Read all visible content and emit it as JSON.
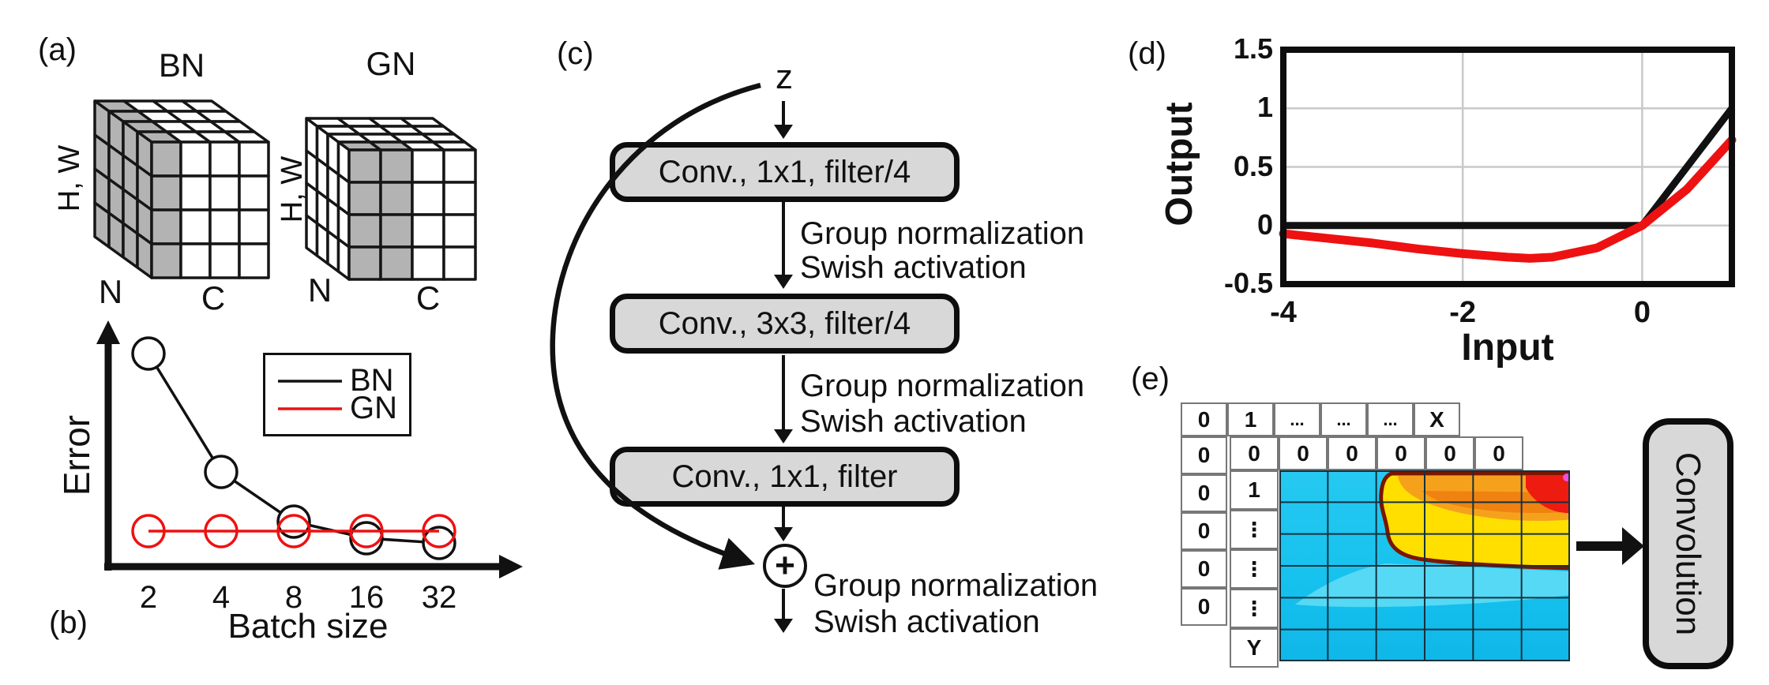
{
  "figure": {
    "panel_labels": {
      "a": "(a)",
      "b": "(b)",
      "c": "(c)",
      "d": "(d)",
      "e": "(e)"
    }
  },
  "panel_a": {
    "grid": 4,
    "shade_color": "#b3b3b3",
    "cubes": [
      {
        "title": "BN",
        "axis_vertical": "H, W",
        "axis_depth": "N",
        "axis_horizontal": "C",
        "shaded": {
          "side": "all",
          "front_cols": [
            0
          ],
          "top_cells": [
            [
              0,
              0
            ],
            [
              0,
              1
            ],
            [
              0,
              2
            ],
            [
              0,
              3
            ]
          ]
        }
      },
      {
        "title": "GN",
        "axis_vertical": "H, W",
        "axis_depth": "N",
        "axis_horizontal": "C",
        "shaded": {
          "side": "none",
          "front_cols": [
            0,
            1
          ],
          "top_cells": [
            [
              0,
              0
            ],
            [
              1,
              0
            ]
          ]
        }
      }
    ]
  },
  "panel_c": {
    "input_label": "z",
    "boxes": [
      "Conv., 1x1, filter/4",
      "Conv., 3x3, filter/4",
      "Conv., 1x1, filter"
    ],
    "edge_labels": [
      [
        "Group normalization",
        "Swish activation"
      ],
      [
        "Group normalization",
        "Swish activation"
      ],
      [
        "Group normalization",
        "Swish activation"
      ]
    ],
    "sum_symbol": "+"
  },
  "panel_e": {
    "back_table": {
      "top_row": [
        "0",
        "1",
        "...",
        "...",
        "...",
        "X"
      ],
      "left_col": [
        "0",
        "0",
        "0",
        "0",
        "0"
      ]
    },
    "mid_table": {
      "top_row": [
        "0",
        "0",
        "0",
        "0",
        "0",
        "0"
      ],
      "left_col": [
        "1",
        "⋮",
        "⋮",
        "⋮",
        "Y"
      ]
    },
    "conv_label": "Convolution",
    "heatmap_colors": {
      "base_top": "#26c9f1",
      "base": "#16c2ee",
      "base_bottom": "#0fb7e8",
      "light_band": "#55d9f5",
      "yellow": "#ffdf00",
      "orange": "#f6a11c",
      "deep_orange": "#ef8210",
      "red": "#ee1b10",
      "outline": "#7a1600",
      "magenta": "#e94fe0",
      "grid": "#15313e"
    }
  },
  "chart_data": [
    {
      "panel": "b",
      "type": "line",
      "title": "",
      "xlabel": "Batch size",
      "ylabel": "Error",
      "categories": [
        2,
        4,
        8,
        16,
        32
      ],
      "series": [
        {
          "name": "BN",
          "color": "#111111",
          "values": [
            0.9,
            0.4,
            0.19,
            0.12,
            0.1
          ]
        },
        {
          "name": "GN",
          "color": "#ee1111",
          "values": [
            0.15,
            0.15,
            0.15,
            0.15,
            0.15
          ]
        }
      ],
      "marker": "open-circle",
      "legend_position": "top-right",
      "axes_style": "arrow-axes-unlabeled-y",
      "ylim": [
        0,
        1
      ]
    },
    {
      "panel": "d",
      "type": "line",
      "xlabel": "Input",
      "ylabel": "Output",
      "xlim": [
        -4,
        1
      ],
      "ylim": [
        -0.5,
        1.5
      ],
      "xticks": [
        -4,
        -2,
        0
      ],
      "yticks": [
        1.5,
        1,
        0.5,
        0,
        -0.5
      ],
      "grid": true,
      "series": [
        {
          "name": "black",
          "color": "#111111",
          "points": [
            [
              -4,
              0
            ],
            [
              0,
              0
            ],
            [
              1,
              1
            ]
          ]
        },
        {
          "name": "red",
          "color": "#ee1111",
          "points": [
            [
              -4,
              -0.07
            ],
            [
              -3.5,
              -0.11
            ],
            [
              -3,
              -0.15
            ],
            [
              -2.5,
              -0.2
            ],
            [
              -2,
              -0.24
            ],
            [
              -1.5,
              -0.27
            ],
            [
              -1.25,
              -0.28
            ],
            [
              -1,
              -0.27
            ],
            [
              -0.5,
              -0.19
            ],
            [
              0,
              0
            ],
            [
              0.5,
              0.31
            ],
            [
              1,
              0.73
            ]
          ]
        }
      ]
    }
  ]
}
